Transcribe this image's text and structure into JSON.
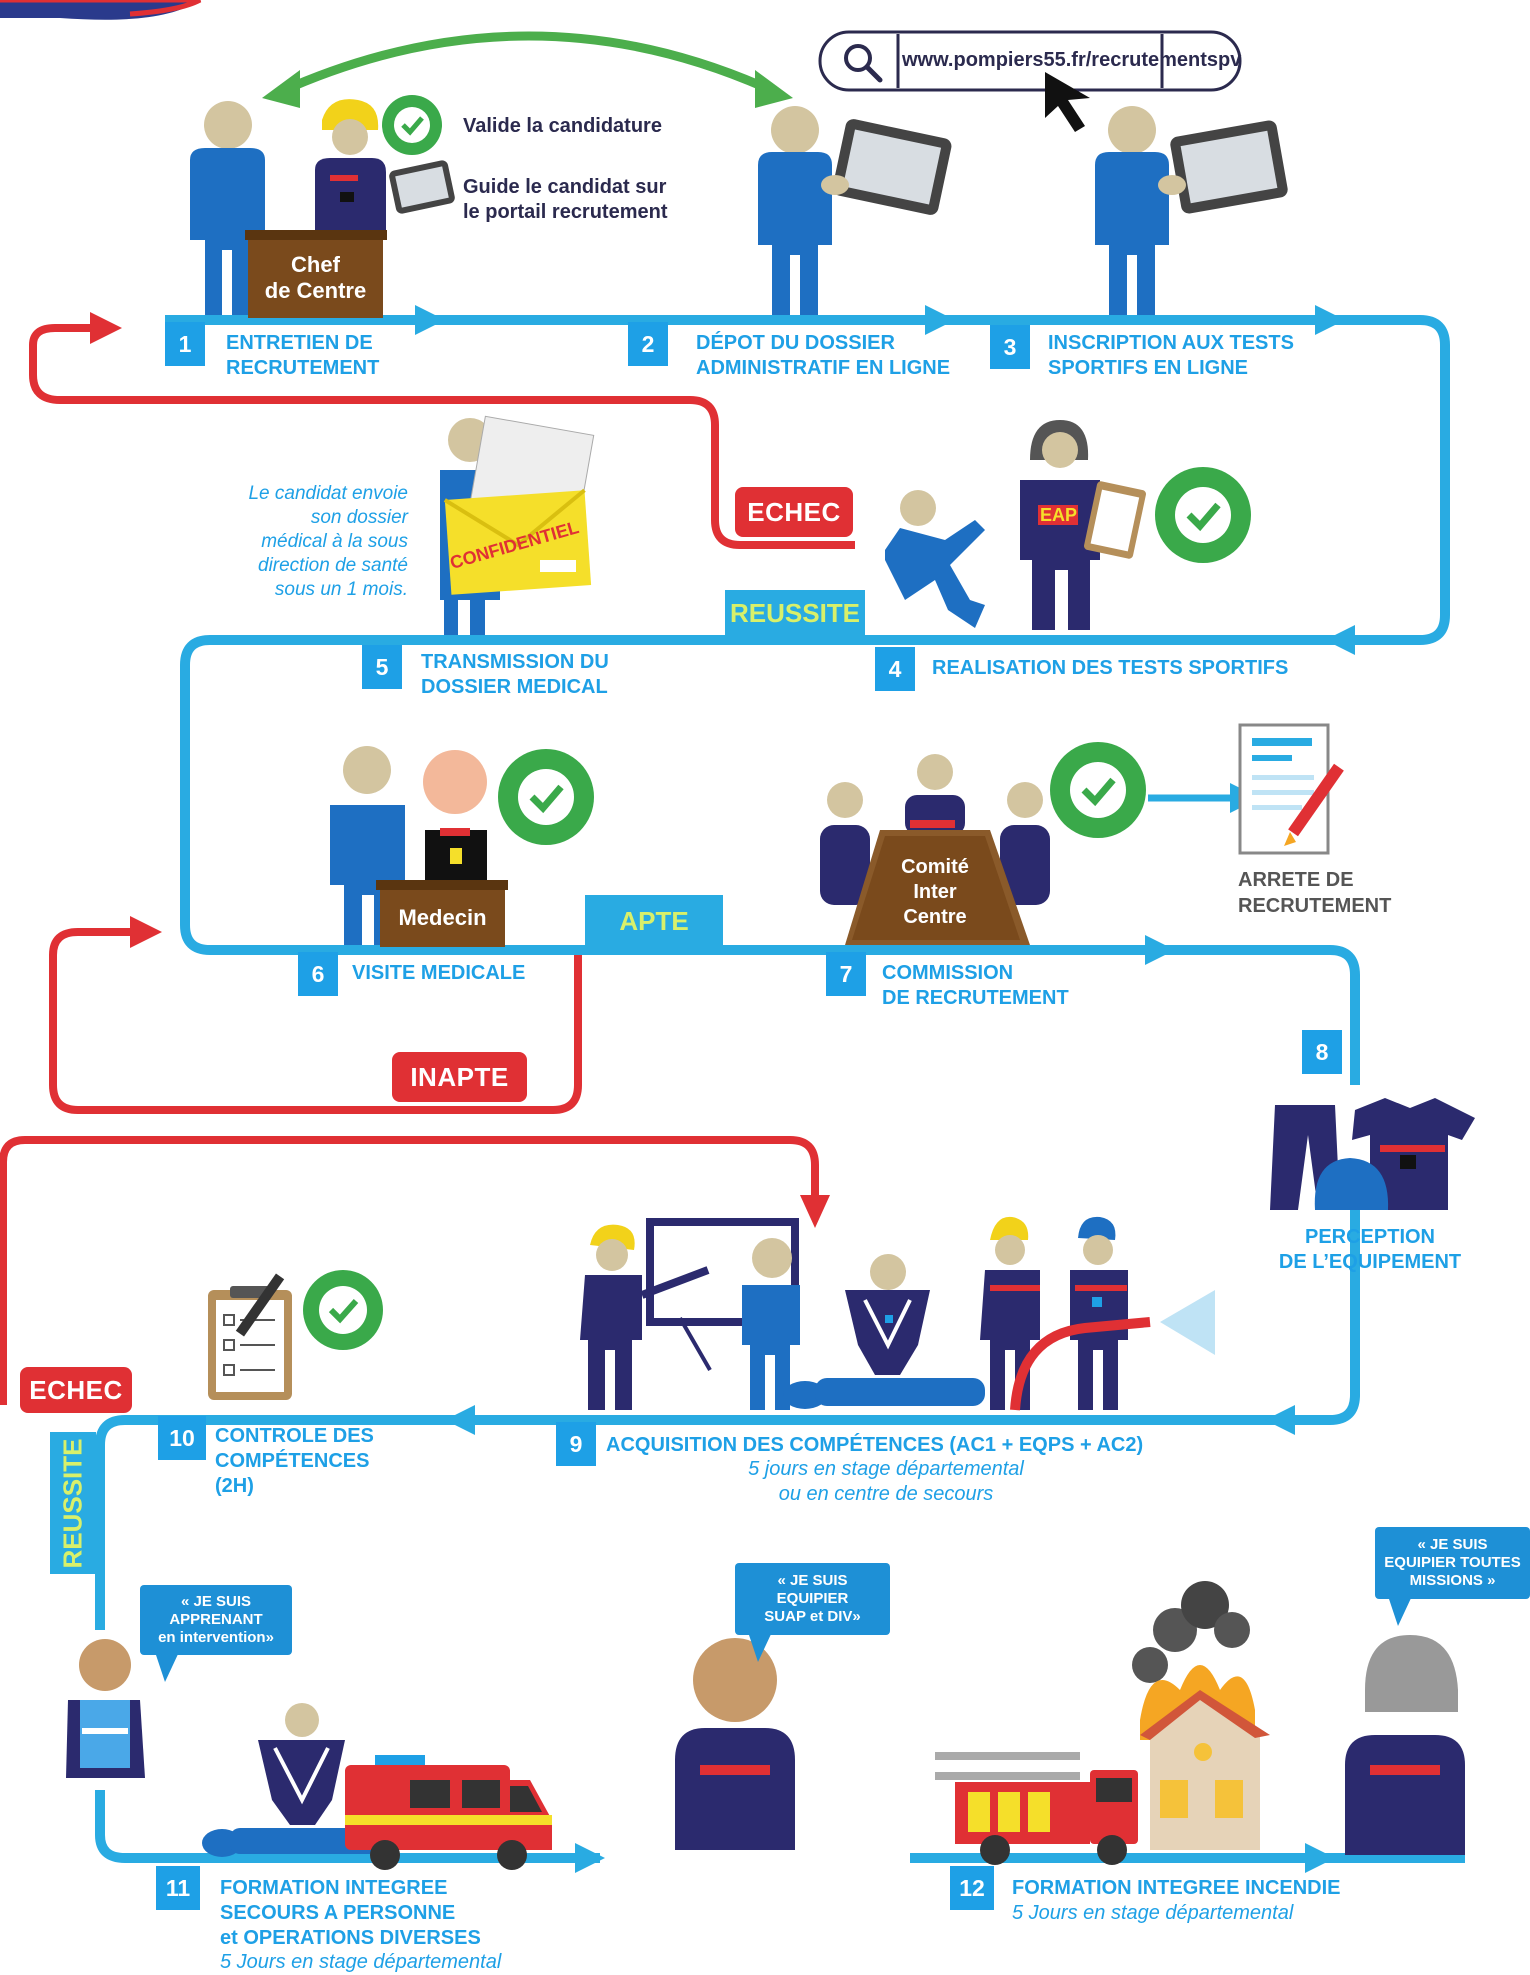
{
  "url": "www.pompiers55.fr/recrutementspv",
  "icons": [
    "search-icon",
    "cursor-arrow-icon",
    "check-badge-icon",
    "tablet-icon",
    "envelope-icon",
    "clipboard-icon",
    "document-icon",
    "pen-icon",
    "helmet-icon",
    "uniform-icon",
    "fire-truck-icon",
    "ambulance-icon",
    "house-fire-icon",
    "hose-icon",
    "whiteboard-icon"
  ],
  "colors": {
    "flow": "#29abe2",
    "fail": "#e03034",
    "ok": "#3aa94a",
    "navy": "#2b2a6e",
    "arrow_green": "#4cae4c",
    "label_text": "#1ea0e6"
  },
  "top": {
    "valide": "Valide la candidature",
    "guide_1": "Guide le candidat sur",
    "guide_2": "le portail recrutement",
    "chef_1": "Chef",
    "chef_2": "de Centre"
  },
  "steps": [
    {
      "num": "1",
      "line1": "ENTRETIEN DE",
      "line2": "RECRUTEMENT"
    },
    {
      "num": "2",
      "line1": "DÉPOT DU DOSSIER",
      "line2": "ADMINISTRATIF EN LIGNE"
    },
    {
      "num": "3",
      "line1": "INSCRIPTION AUX TESTS",
      "line2": "SPORTIFS EN LIGNE"
    },
    {
      "num": "4",
      "line1": "REALISATION DES TESTS SPORTIFS",
      "line2": ""
    },
    {
      "num": "5",
      "line1": "TRANSMISSION DU",
      "line2": "DOSSIER MEDICAL"
    },
    {
      "num": "6",
      "line1": "VISITE MEDICALE",
      "line2": ""
    },
    {
      "num": "7",
      "line1": "COMMISSION",
      "line2": "DE RECRUTEMENT"
    },
    {
      "num": "8",
      "line1": "PERCEPTION",
      "line2": "DE L’EQUIPEMENT"
    },
    {
      "num": "9",
      "line1": "ACQUISITION DES COMPÉTENCES (AC1 + EQPS + AC2)",
      "line2": "",
      "sub1": "5 jours en stage départemental",
      "sub2": "ou en centre de secours"
    },
    {
      "num": "10",
      "line1": "CONTROLE DES",
      "line2": "COMPÉTENCES",
      "line3": "(2H)"
    },
    {
      "num": "11",
      "line1": "FORMATION INTEGREE",
      "line2": "SECOURS A PERSONNE",
      "line3": "et OPERATIONS DIVERSES",
      "sub1": "5 Jours en stage départemental"
    },
    {
      "num": "12",
      "line1": "FORMATION INTEGREE INCENDIE",
      "line2": "",
      "sub1": "5 Jours en stage départemental"
    }
  ],
  "medical_note": [
    "Le candidat envoie",
    "son dossier",
    "médical  à la sous",
    "direction de santé",
    "sous un 1 mois."
  ],
  "envelope_stamp": "CONFIDENTIEL",
  "eap": "EAP",
  "medecin": "Medecin",
  "comite": [
    "Comité",
    "Inter",
    "Centre"
  ],
  "arrete": [
    "ARRETE DE",
    "RECRUTEMENT"
  ],
  "tags": {
    "echec1": "ECHEC",
    "reussite1": "REUSSITE",
    "apte": "APTE",
    "inapte": "INAPTE",
    "echec2": "ECHEC",
    "reussite2": "REUSSITE"
  },
  "bubbles": {
    "b1": [
      "« JE SUIS",
      "APPRENANT",
      "en intervention»"
    ],
    "b2": [
      "« JE SUIS",
      "EQUIPIER",
      "SUAP et DIV»"
    ],
    "b3": [
      "« JE SUIS",
      "EQUIPIER TOUTES",
      "MISSIONS »"
    ]
  }
}
